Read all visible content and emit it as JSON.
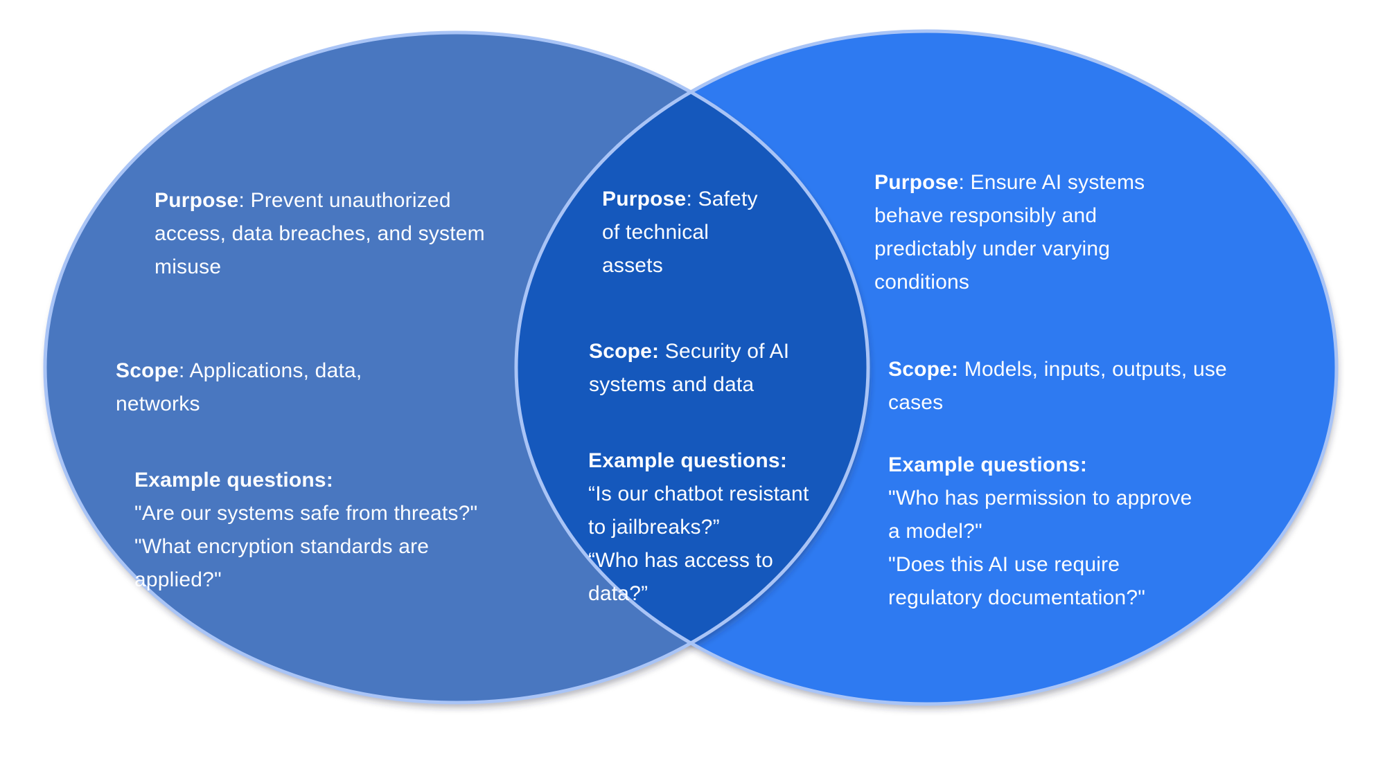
{
  "diagram": {
    "type": "venn",
    "colors": {
      "left_fill": "#4A77C0",
      "right_fill": "#2E7AF1",
      "overlap_fill": "#1558BC",
      "circle_stroke": "#A9C4F6",
      "text": "#FCFDFF",
      "background": "#FFFFFF"
    },
    "left": {
      "purpose_label": "Purpose",
      "purpose_text": ": Prevent unauthorized\naccess, data breaches, and system\nmisuse",
      "scope_label": "Scope",
      "scope_text": ": Applications, data,\nnetworks",
      "examples_label": "Example questions:",
      "examples_text": "\n\"Are our systems safe from threats?\"\n\"What encryption standards are\napplied?\""
    },
    "overlap": {
      "purpose_label": "Purpose",
      "purpose_text": ": Safety\nof technical\nassets",
      "scope_label": "Scope:",
      "scope_text": " Security of AI\nsystems and data",
      "examples_label": "Example questions:",
      "examples_text": "\n“Is our chatbot resistant\nto jailbreaks?”\n“Who has access to\ndata?”"
    },
    "right": {
      "purpose_label": "Purpose",
      "purpose_text": ": Ensure AI systems\nbehave responsibly and\npredictably under varying\nconditions",
      "scope_label": "Scope:",
      "scope_text": " Models, inputs, outputs, use\ncases",
      "examples_label": "Example questions:",
      "examples_text": "\n\"Who has permission to approve\na model?\"\n\"Does this AI use require\nregulatory documentation?\""
    }
  }
}
